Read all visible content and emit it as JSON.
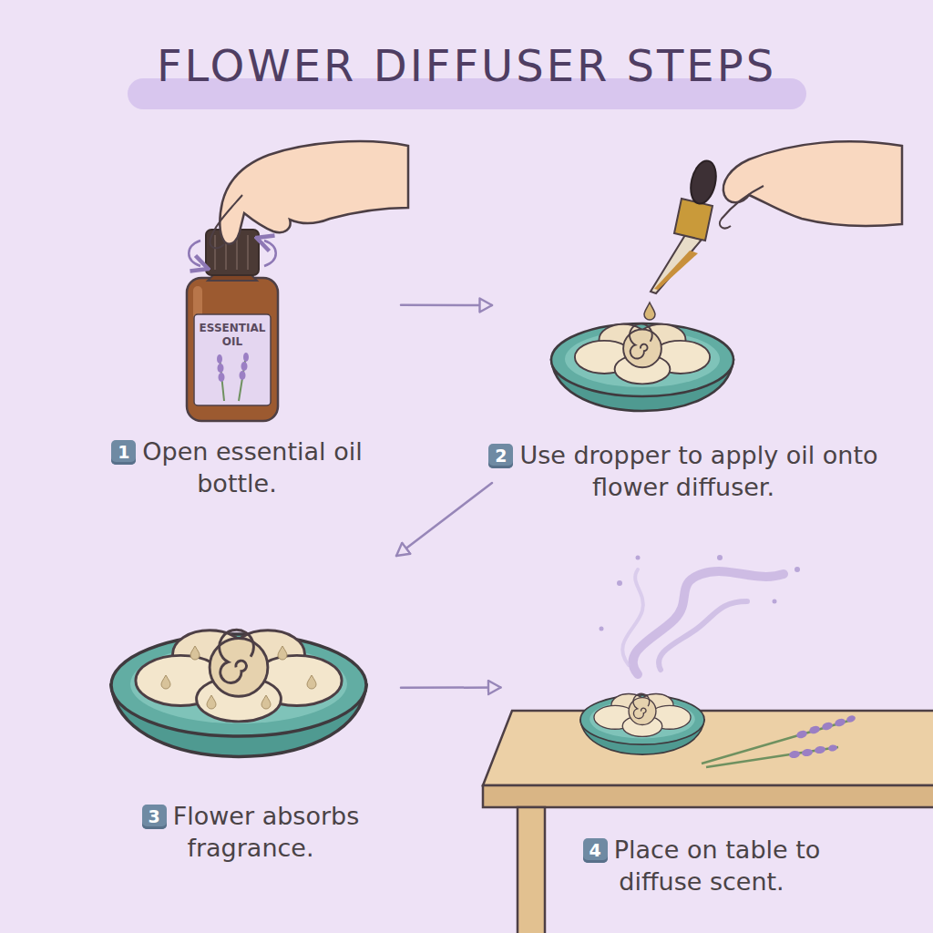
{
  "diagram": {
    "title": "FLOWER DIFFUSER STEPS",
    "nodes": [
      {
        "text": [
          "1",
          "Open essential oil bottle."
        ]
      },
      {
        "text": [
          "2",
          "Use dropper to apply oil onto flower diffuser."
        ]
      },
      {
        "text": [
          "3",
          "Flower absorbs fragrance."
        ]
      },
      {
        "text": [
          "4",
          "Place on table to diffuse scent."
        ]
      }
    ],
    "edges": [
      {
        "from": 0,
        "to": 1,
        "arrow": "to"
      },
      {
        "from": 1,
        "to": 2,
        "arrow": "to"
      },
      {
        "from": 2,
        "to": 3,
        "arrow": "to"
      }
    ],
    "labels": [
      "ESSENTIAL OIL"
    ]
  }
}
